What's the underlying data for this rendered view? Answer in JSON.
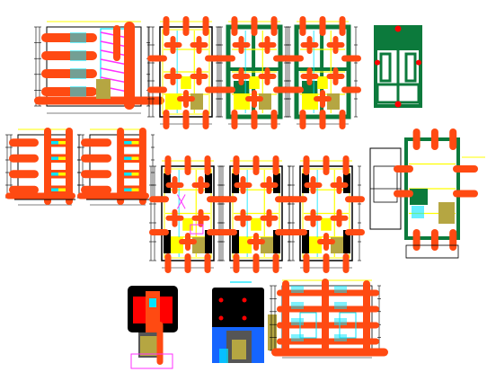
{
  "sheet": {
    "kind": "architectural-cad-drawing-sheet",
    "background": "#ffffff",
    "palette": {
      "column": "#ff4a12",
      "wall_green": "#0c7a3c",
      "yellow_line": "#ffff00",
      "cyan_line": "#00e5ff",
      "magenta_line": "#ff30ff",
      "black_fill": "#000000",
      "dimension_line": "#000000",
      "blue_fill": "#1565ff",
      "olive_fill": "#b5a642",
      "red_fill": "#ff0000",
      "dark_gray_fill": "#555555"
    },
    "drawings": [
      {
        "id": "elevation-top-left",
        "kind": "elevation"
      },
      {
        "id": "plan-top-1",
        "kind": "floor-plan"
      },
      {
        "id": "plan-top-2",
        "kind": "floor-plan"
      },
      {
        "id": "plan-top-3",
        "kind": "floor-plan"
      },
      {
        "id": "plan-green-top-right",
        "kind": "foundation-plan"
      },
      {
        "id": "section-mid-left-1",
        "kind": "section"
      },
      {
        "id": "section-mid-left-2",
        "kind": "section"
      },
      {
        "id": "plan-mid-1",
        "kind": "floor-plan"
      },
      {
        "id": "plan-mid-2",
        "kind": "floor-plan"
      },
      {
        "id": "plan-mid-3",
        "kind": "floor-plan"
      },
      {
        "id": "plan-mid-right",
        "kind": "floor-plan"
      },
      {
        "id": "detail-bottom-1",
        "kind": "detail"
      },
      {
        "id": "detail-bottom-2",
        "kind": "detail"
      },
      {
        "id": "section-bottom-right",
        "kind": "section"
      }
    ]
  }
}
